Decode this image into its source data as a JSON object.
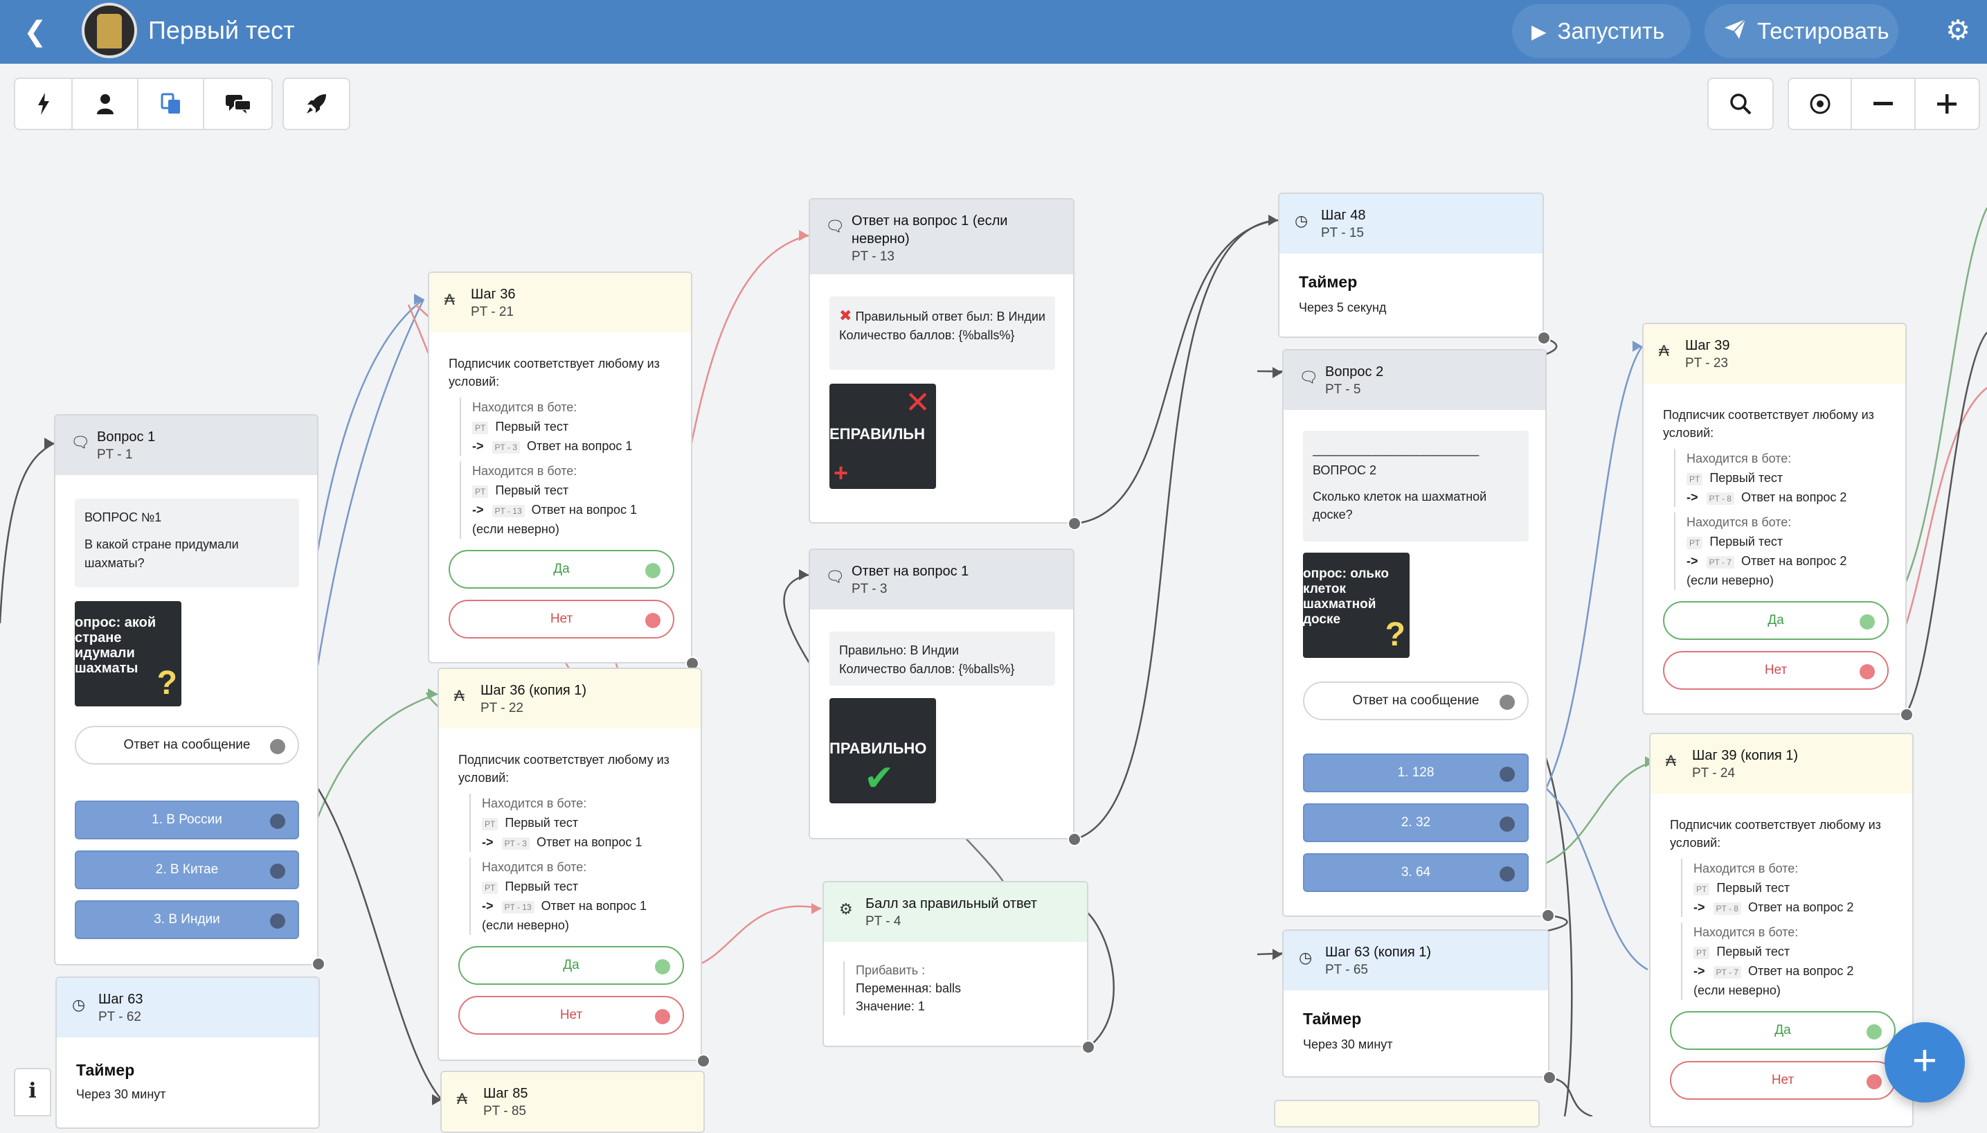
{
  "header": {
    "title": "Первый тест",
    "run_label": "Запустить",
    "test_label": "Тестировать"
  },
  "colors": {
    "header": "#4a83c3",
    "yes": "#65b16b",
    "no": "#df7579",
    "choice": "#7a9fd6",
    "fab": "#3d87d9"
  },
  "toolbar_icons": [
    "bolt-icon",
    "user-icon",
    "copy-icon",
    "chat-icon",
    "rocket-icon",
    "search-icon",
    "target-icon",
    "minus-icon",
    "plus-icon"
  ],
  "nodes": {
    "q1": {
      "name": "Вопрос 1",
      "sub": "PT - 1",
      "text1": "ВОПРОС №1",
      "text2": "В какой стране придумали шахматы?",
      "image_text": "опрос: акой стране идумали шахматы",
      "reply": "Ответ на сообщение",
      "choices": [
        "1. В России",
        "2. В Китае",
        "3. В Индии"
      ]
    },
    "step36": {
      "name": "Шаг 36",
      "sub": "PT - 21",
      "intro": "Подписчик соответствует любому из условий:",
      "c1_label": "Находится в боте:",
      "c1_bot": "Первый тест",
      "c1_tag": "PT - 3",
      "c1_target": "Ответ на вопрос 1",
      "c2_label": "Находится в боте:",
      "c2_bot": "Первый тест",
      "c2_tag": "PT - 13",
      "c2_target": "Ответ на вопрос 1",
      "c2_tail": "(если неверно)",
      "yes": "Да",
      "no": "Нет"
    },
    "step36c": {
      "name": "Шаг 36 (копия 1)",
      "sub": "PT - 22",
      "intro": "Подписчик соответствует любому из условий:",
      "c1_label": "Находится в боте:",
      "c1_bot": "Первый тест",
      "c1_tag": "PT - 3",
      "c1_target": "Ответ на вопрос 1",
      "c2_label": "Находится в боте:",
      "c2_bot": "Первый тест",
      "c2_tag": "PT - 13",
      "c2_target": "Ответ на вопрос 1",
      "c2_tail": "(если неверно)",
      "yes": "Да",
      "no": "Нет"
    },
    "ans_wrong": {
      "name": "Ответ на вопрос 1 (если неверно)",
      "sub": "PT - 13",
      "text1": "Правильный ответ был: В Индии",
      "text2": "Количество баллов: {%balls%}",
      "image_text": "ЕПРАВИЛЬН"
    },
    "ans_right": {
      "name": "Ответ на вопрос 1",
      "sub": "PT - 3",
      "text1": "Правильно: В Индии",
      "text2": "Количество баллов: {%balls%}",
      "image_text": "ПРАВИЛЬНО"
    },
    "score": {
      "name": "Балл за правильный ответ",
      "sub": "PT - 4",
      "l1": "Прибавить :",
      "l2": "Переменная: balls",
      "l3": "Значение: 1"
    },
    "step48": {
      "name": "Шаг 48",
      "sub": "PT - 15",
      "title": "Таймер",
      "desc": "Через 5 секунд"
    },
    "q2": {
      "name": "Вопрос 2",
      "sub": "PT - 5",
      "text0": "________________________",
      "text1": "ВОПРОС 2",
      "text2": "Сколько клеток на шахматной доске?",
      "image_text": "опрос: олько клеток шахматной доске",
      "reply": "Ответ на сообщение",
      "choices": [
        "1. 128",
        "2. 32",
        "3. 64"
      ]
    },
    "step63c": {
      "name": "Шаг 63 (копия 1)",
      "sub": "PT - 65",
      "title": "Таймер",
      "desc": "Через 30 минут"
    },
    "step63": {
      "name": "Шаг 63",
      "sub": "PT - 62",
      "title": "Таймер",
      "desc": "Через 30 минут"
    },
    "step85": {
      "name": "Шаг 85",
      "sub": "PT - 85"
    },
    "step39": {
      "name": "Шаг 39",
      "sub": "PT - 23",
      "intro": "Подписчик соответствует любому из условий:",
      "c1_label": "Находится в боте:",
      "c1_bot": "Первый тест",
      "c1_tag": "PT - 8",
      "c1_target": "Ответ на вопрос 2",
      "c2_label": "Находится в боте:",
      "c2_bot": "Первый тест",
      "c2_tag": "PT - 7",
      "c2_target": "Ответ на вопрос 2",
      "c2_tail": "(если неверно)",
      "yes": "Да",
      "no": "Нет"
    },
    "step39c": {
      "name": "Шаг 39 (копия 1)",
      "sub": "PT - 24",
      "intro": "Подписчик соответствует любому из условий:",
      "c1_label": "Находится в боте:",
      "c1_bot": "Первый тест",
      "c1_tag": "PT - 8",
      "c1_target": "Ответ на вопрос 2",
      "c2_label": "Находится в боте:",
      "c2_bot": "Первый тест",
      "c2_tag": "PT - 7",
      "c2_target": "Ответ на вопрос 2",
      "c2_tail": "(если неверно)",
      "yes": "Да",
      "no": "Нет"
    }
  },
  "arrow_text": "->",
  "pt_tag": "PT",
  "info_label": "i",
  "fab_label": "+"
}
